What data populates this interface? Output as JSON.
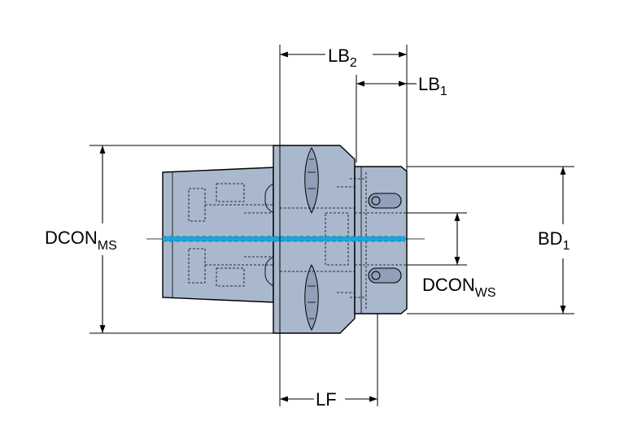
{
  "colors": {
    "body_fill": "#a9b8cd",
    "body_fill_dark": "#8fa0b8",
    "outline": "#000000",
    "coolant_channel": "#1aa6dc",
    "background": "#ffffff"
  },
  "labels": {
    "lb2": {
      "main": "LB",
      "sub": "2"
    },
    "lb1": {
      "main": "LB",
      "sub": "1"
    },
    "dcon_ms": {
      "main": "DCON",
      "sub": "MS"
    },
    "bd1": {
      "main": "BD",
      "sub": "1"
    },
    "dcon_ws": {
      "main": "DCON",
      "sub": "WS"
    },
    "lf": {
      "main": "LF"
    }
  }
}
